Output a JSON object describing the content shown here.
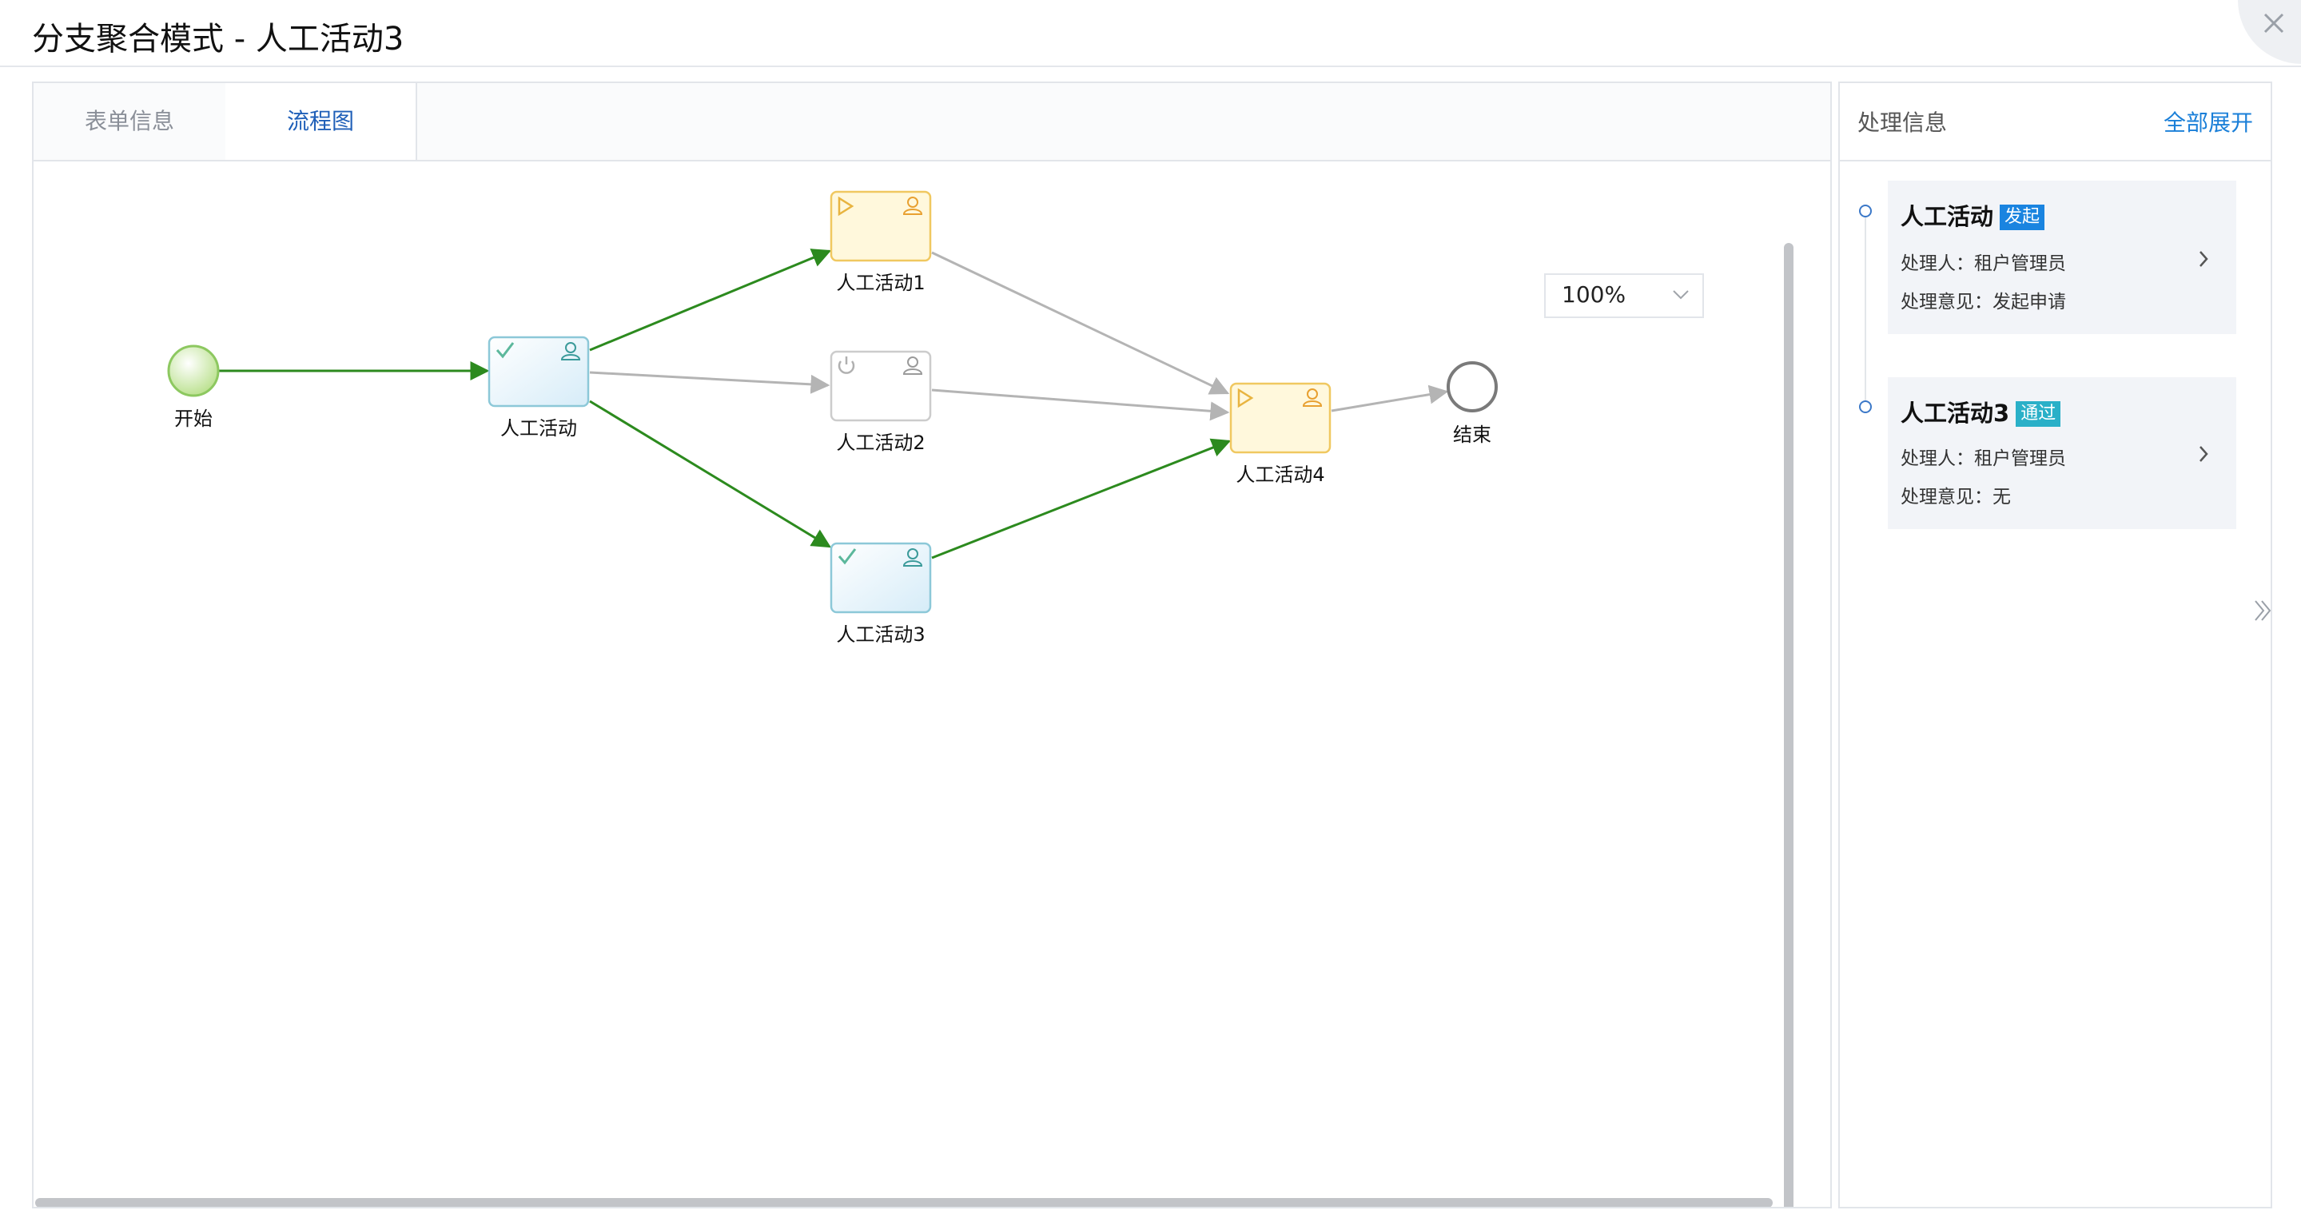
{
  "window": {
    "title": "分支聚合模式 - 人工活动3"
  },
  "tabs": [
    {
      "label": "表单信息"
    },
    {
      "label": "流程图",
      "active": true
    }
  ],
  "zoom": {
    "value": "100%"
  },
  "diagram": {
    "nodes": {
      "start": {
        "label": "开始"
      },
      "task0": {
        "label": "人工活动",
        "status": "completed"
      },
      "task1": {
        "label": "人工活动1",
        "status": "active"
      },
      "task2": {
        "label": "人工活动2",
        "status": "inactive"
      },
      "task3": {
        "label": "人工活动3",
        "status": "completed"
      },
      "task4": {
        "label": "人工活动4",
        "status": "active"
      },
      "end": {
        "label": "结束"
      }
    },
    "colors": {
      "completed_flow": "#2c8a1e",
      "pending_flow": "#b4b4b4",
      "completed_fill": "#e6f3fa",
      "completed_border": "#8cc8d8",
      "active_fill": "#fff8dc",
      "active_border": "#f0c860",
      "inactive_border": "#cccccc"
    }
  },
  "info_panel": {
    "title": "处理信息",
    "expand_all": "全部展开",
    "records": [
      {
        "activity": "人工活动",
        "status": "发起",
        "handler": "处理人：租户管理员",
        "opinion": "处理意见：发起申请"
      },
      {
        "activity": "人工活动3",
        "status": "通过",
        "handler": "处理人：租户管理员",
        "opinion": "处理意见：无"
      }
    ]
  }
}
